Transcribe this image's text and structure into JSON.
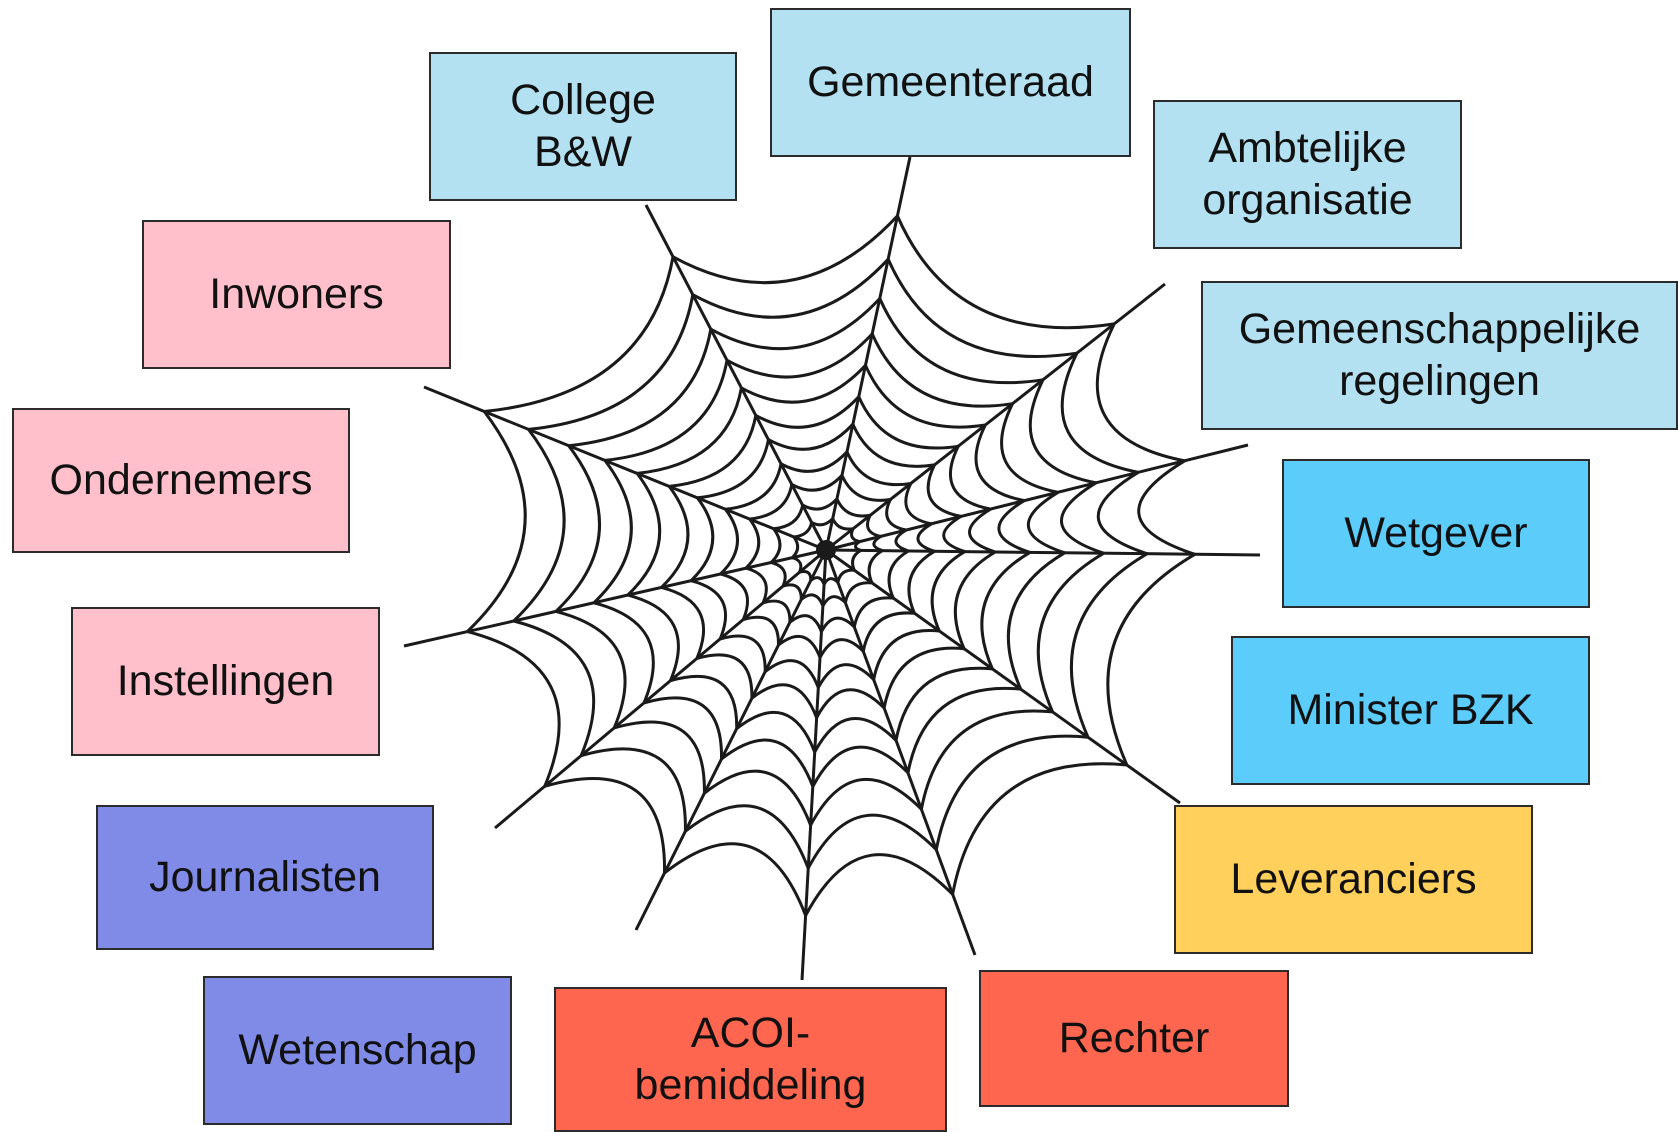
{
  "colors": {
    "light_blue": "#b3e1f1",
    "sky_blue": "#5ccdfb",
    "pink": "#ffc0cb",
    "periwinkle": "#7f8be6",
    "orange_yellow": "#ffd15c",
    "coral": "#ff6650",
    "web_line": "#1a1a1a"
  },
  "nodes": [
    {
      "id": "college-bw",
      "label": "College\nB&W",
      "color": "light_blue"
    },
    {
      "id": "gemeenteraad",
      "label": "Gemeenteraad",
      "color": "light_blue"
    },
    {
      "id": "ambtelijke-organisatie",
      "label": "Ambtelijke\norganisatie",
      "color": "light_blue"
    },
    {
      "id": "gemeenschappelijke-regelingen",
      "label": "Gemeenschappelijke\nregelingen",
      "color": "light_blue"
    },
    {
      "id": "wetgever",
      "label": "Wetgever",
      "color": "sky_blue"
    },
    {
      "id": "minister-bzk",
      "label": "Minister BZK",
      "color": "sky_blue"
    },
    {
      "id": "leveranciers",
      "label": "Leveranciers",
      "color": "orange_yellow"
    },
    {
      "id": "rechter",
      "label": "Rechter",
      "color": "coral"
    },
    {
      "id": "acoi-bemiddeling",
      "label": "ACOI-\nbemiddeling",
      "color": "coral"
    },
    {
      "id": "wetenschap",
      "label": "Wetenschap",
      "color": "periwinkle"
    },
    {
      "id": "journalisten",
      "label": "Journalisten",
      "color": "periwinkle"
    },
    {
      "id": "instellingen",
      "label": "Instellingen",
      "color": "pink"
    },
    {
      "id": "ondernemers",
      "label": "Ondernemers",
      "color": "pink"
    },
    {
      "id": "inwoners",
      "label": "Inwoners",
      "color": "pink"
    }
  ]
}
